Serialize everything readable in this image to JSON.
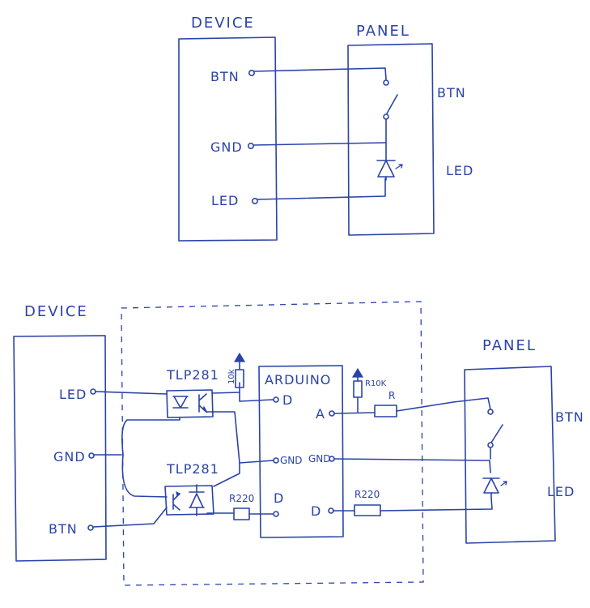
{
  "diagram_top": {
    "device_title": "DEVICE",
    "panel_title": "PANEL",
    "pins": {
      "btn": "BTN",
      "gnd": "GND",
      "led": "LED"
    },
    "panel_labels": {
      "btn": "BTN",
      "led": "LED"
    }
  },
  "diagram_bottom": {
    "device_title": "DEVICE",
    "panel_title": "PANEL",
    "device_pins": {
      "led": "LED",
      "gnd": "GND",
      "btn": "BTN"
    },
    "optocoupler_top": "TLP281",
    "optocoupler_bottom": "TLP281",
    "pullup_resistor": "10k",
    "arduino": {
      "title": "ARDUINO",
      "pin_d_top": "D",
      "pin_gnd_left": "GND",
      "pin_d_bottom_left": "D",
      "pin_a": "A",
      "pin_gnd_right": "GND",
      "pin_d_bottom_right": "D"
    },
    "resistor_r10k": "R10K",
    "resistor_r": "R",
    "resistor_r220_left": "R220",
    "resistor_r220_right": "R220",
    "panel_labels": {
      "btn": "BTN",
      "led": "LED"
    }
  }
}
